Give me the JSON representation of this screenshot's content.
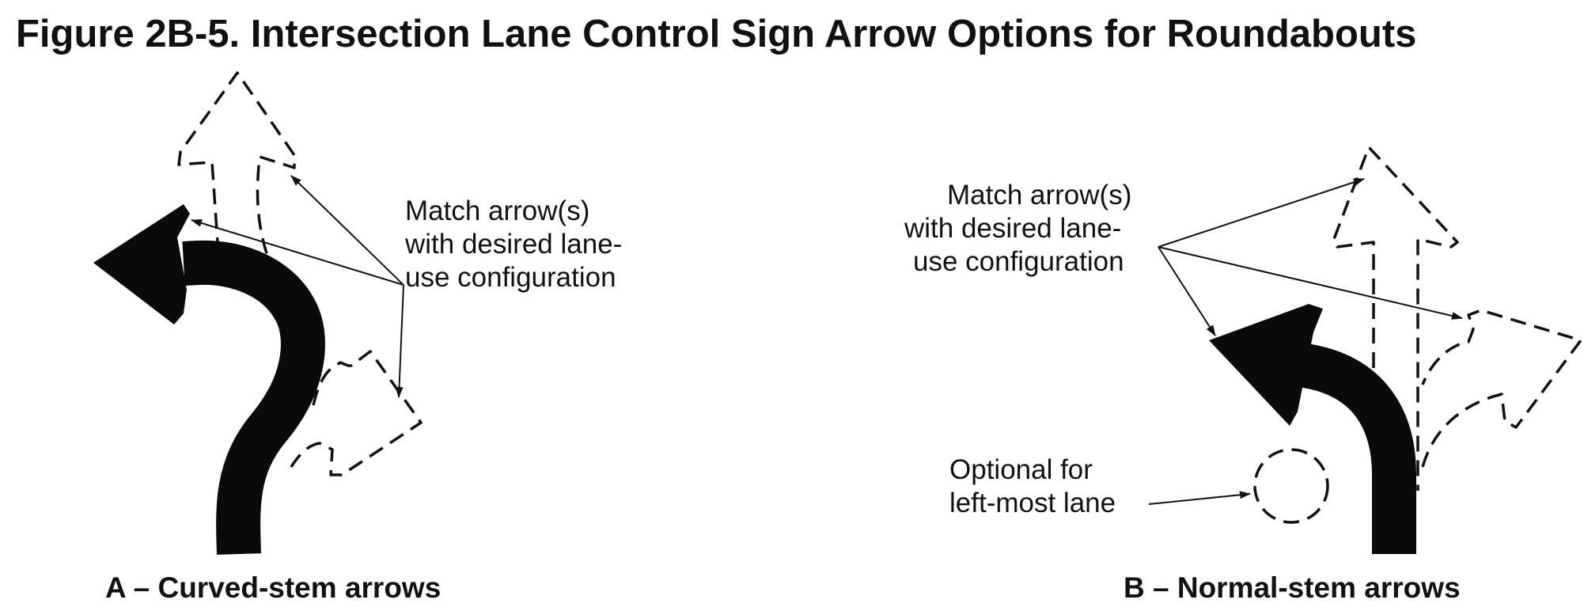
{
  "figure": {
    "title": "Figure 2B-5.  Intersection Lane Control Sign Arrow Options for Roundabouts",
    "panel_a": {
      "caption": "A – Curved-stem arrows",
      "note_lines": [
        "Match arrow(s)",
        "with desired lane-",
        "use configuration"
      ]
    },
    "panel_b": {
      "caption": "B – Normal-stem arrows",
      "note_lines": [
        "Match arrow(s)",
        "with desired lane-",
        "use configuration"
      ],
      "optional_lines": [
        "Optional for",
        "left-most lane"
      ]
    }
  },
  "colors": {
    "ink": "#111111",
    "background": "#ffffff"
  }
}
